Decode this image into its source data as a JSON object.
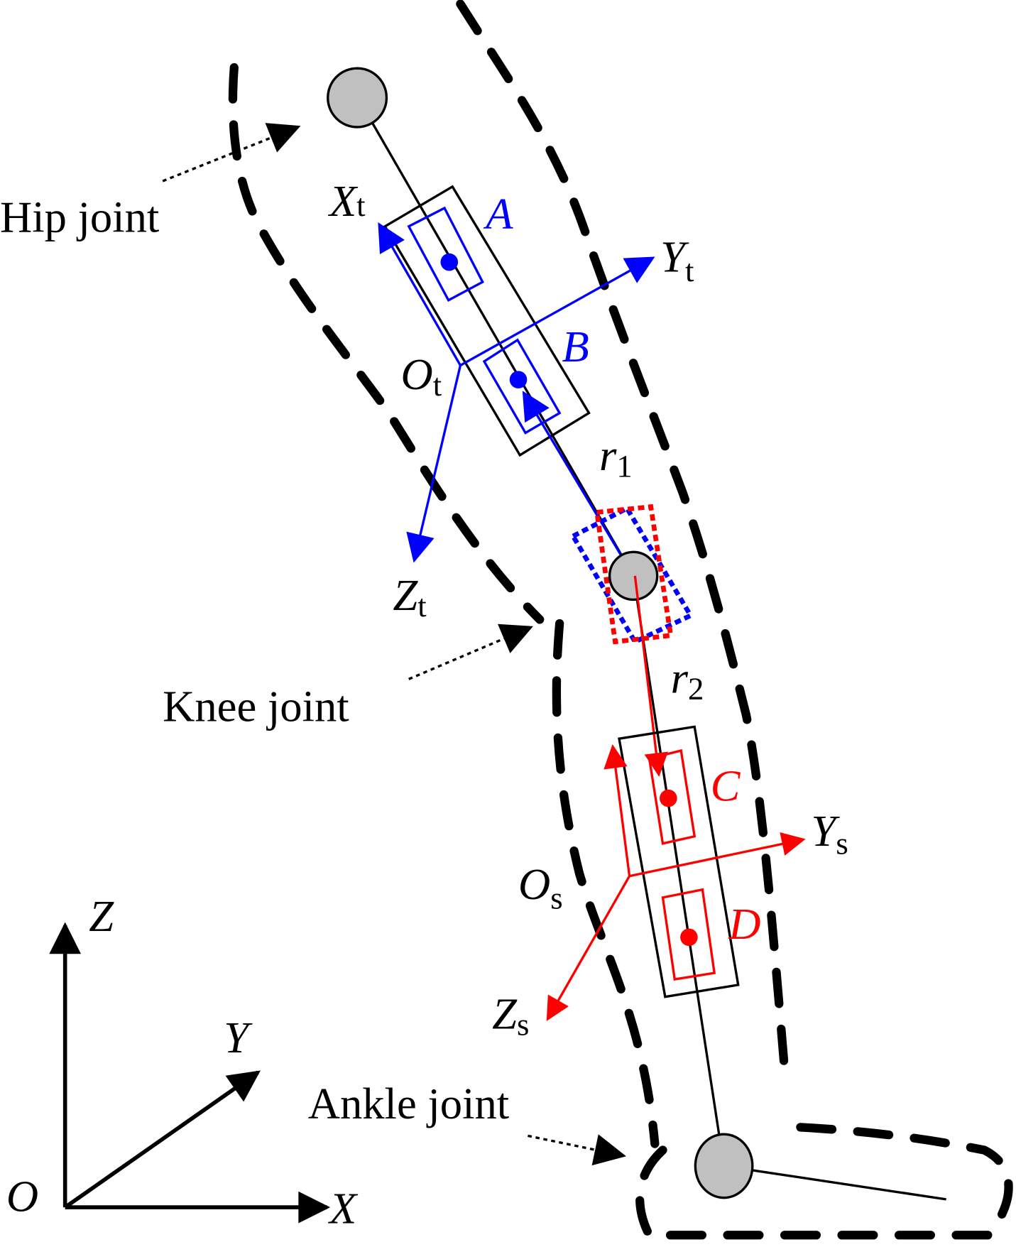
{
  "labels": {
    "hip_joint": "Hip joint",
    "knee_joint": "Knee joint",
    "ankle_joint": "Ankle joint",
    "Xt": "X",
    "Xt_sub": "t",
    "Yt": "Y",
    "Yt_sub": "t",
    "Zt": "Z",
    "Zt_sub": "t",
    "Ot": "O",
    "Ot_sub": "t",
    "A": "A",
    "B": "B",
    "C": "C",
    "D": "D",
    "r1": "r",
    "r1_sub": "1",
    "r2": "r",
    "r2_sub": "2",
    "Ys": "Y",
    "Ys_sub": "s",
    "Zs": "Z",
    "Zs_sub": "s",
    "Os": "O",
    "Os_sub": "s",
    "X": "X",
    "Y": "Y",
    "Z": "Z",
    "O": "O"
  },
  "colors": {
    "thigh": "#0000ff",
    "shank": "#ff0000",
    "joint_fill": "#c0c0c0"
  }
}
